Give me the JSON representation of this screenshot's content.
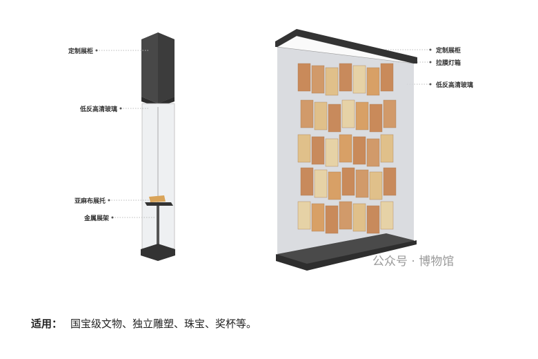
{
  "left_case": {
    "labels": [
      "定制展柜",
      "低反高清玻璃",
      "亚麻布展托",
      "金属展架"
    ]
  },
  "right_case": {
    "labels": [
      "定制展柜",
      "拉膜灯箱",
      "低反高清玻璃"
    ]
  },
  "footer": {
    "title": "适用：",
    "text": "国宝级文物、独立雕塑、珠宝、奖杯等。"
  },
  "watermark": "公众号 · 博物馆"
}
